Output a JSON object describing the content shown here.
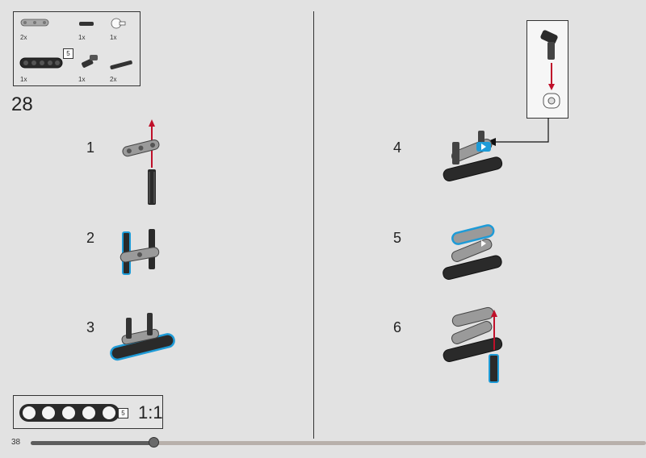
{
  "parts_list": {
    "items": [
      {
        "qty": "2x",
        "icon": "gray-liftarm-1x3-thin"
      },
      {
        "qty": "1x",
        "icon": "black-axle-pin"
      },
      {
        "qty": "1x",
        "icon": "white-axle-connector"
      },
      {
        "qty": "1x",
        "icon": "black-liftarm-1x5-thick"
      },
      {
        "qty": "1x",
        "icon": "black-angle-connector"
      },
      {
        "qty": "2x",
        "icon": "black-axle"
      }
    ],
    "length_label": "5"
  },
  "step_number": "28",
  "substeps": [
    "1",
    "2",
    "3",
    "4",
    "5",
    "6"
  ],
  "scale": {
    "length_label": "5",
    "ratio": "1:1"
  },
  "page_number": "38",
  "progress_fraction": 0.2,
  "colors": {
    "highlight": "#1e9bd7",
    "arrow": "#c0102a",
    "black_part": "#2a2a2a",
    "gray_part": "#9a9a9a"
  }
}
